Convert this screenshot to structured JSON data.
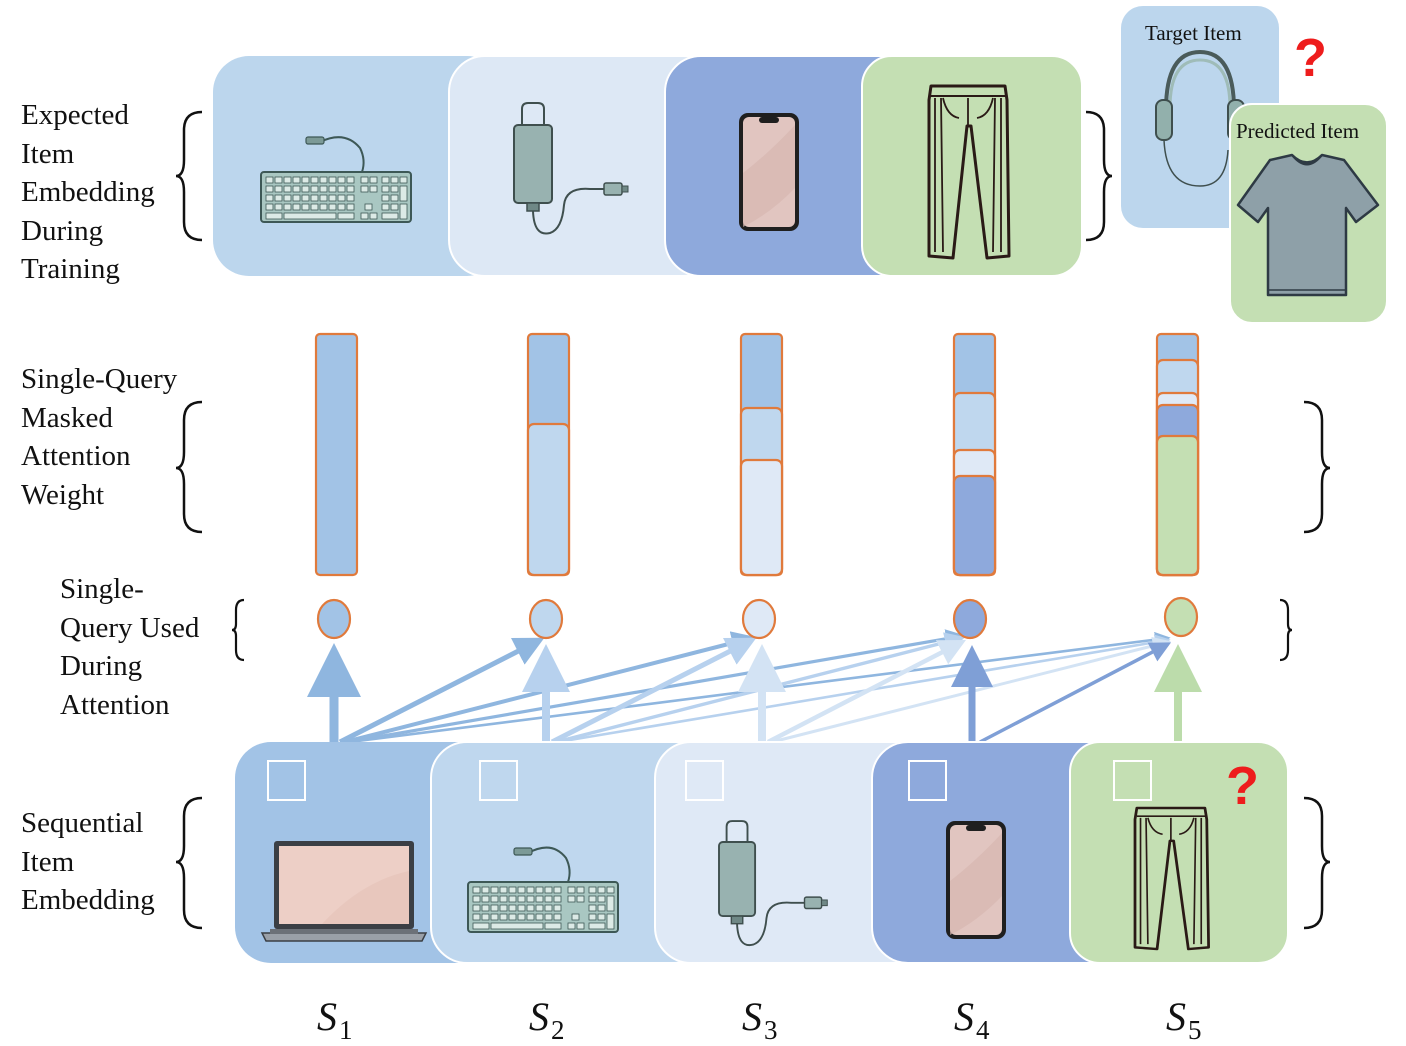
{
  "labels": {
    "expected": "Expected\nItem\nEmbedding\nDuring\nTraining",
    "attention_weight": "Single-Query\nMasked\nAttention\nWeight",
    "single_query": "Single-\nQuery Used\nDuring\nAttention",
    "sequential": "Sequential\nItem\nEmbedding"
  },
  "target_item_label": "Target Item",
  "predicted_item_label": "Predicted Item",
  "question_mark": "?",
  "steps": [
    {
      "letter": "S",
      "index": "1"
    },
    {
      "letter": "S",
      "index": "2"
    },
    {
      "letter": "S",
      "index": "3"
    },
    {
      "letter": "S",
      "index": "4"
    },
    {
      "letter": "S",
      "index": "5"
    }
  ],
  "expected_items": [
    "keyboard-icon",
    "charger-icon",
    "smartphone-icon",
    "pants-icon"
  ],
  "sequence_items": [
    "laptop-icon",
    "keyboard-icon",
    "charger-icon",
    "smartphone-icon",
    "pants-icon"
  ],
  "colors": {
    "laptop": "#a2c3e6",
    "keyboard": "#bfd7ee",
    "charger": "#dfe9f6",
    "phone": "#8ea9dc",
    "pants": "#c4dfb3",
    "bar_border": "#e07a3c",
    "question": "#ee1c1c"
  }
}
